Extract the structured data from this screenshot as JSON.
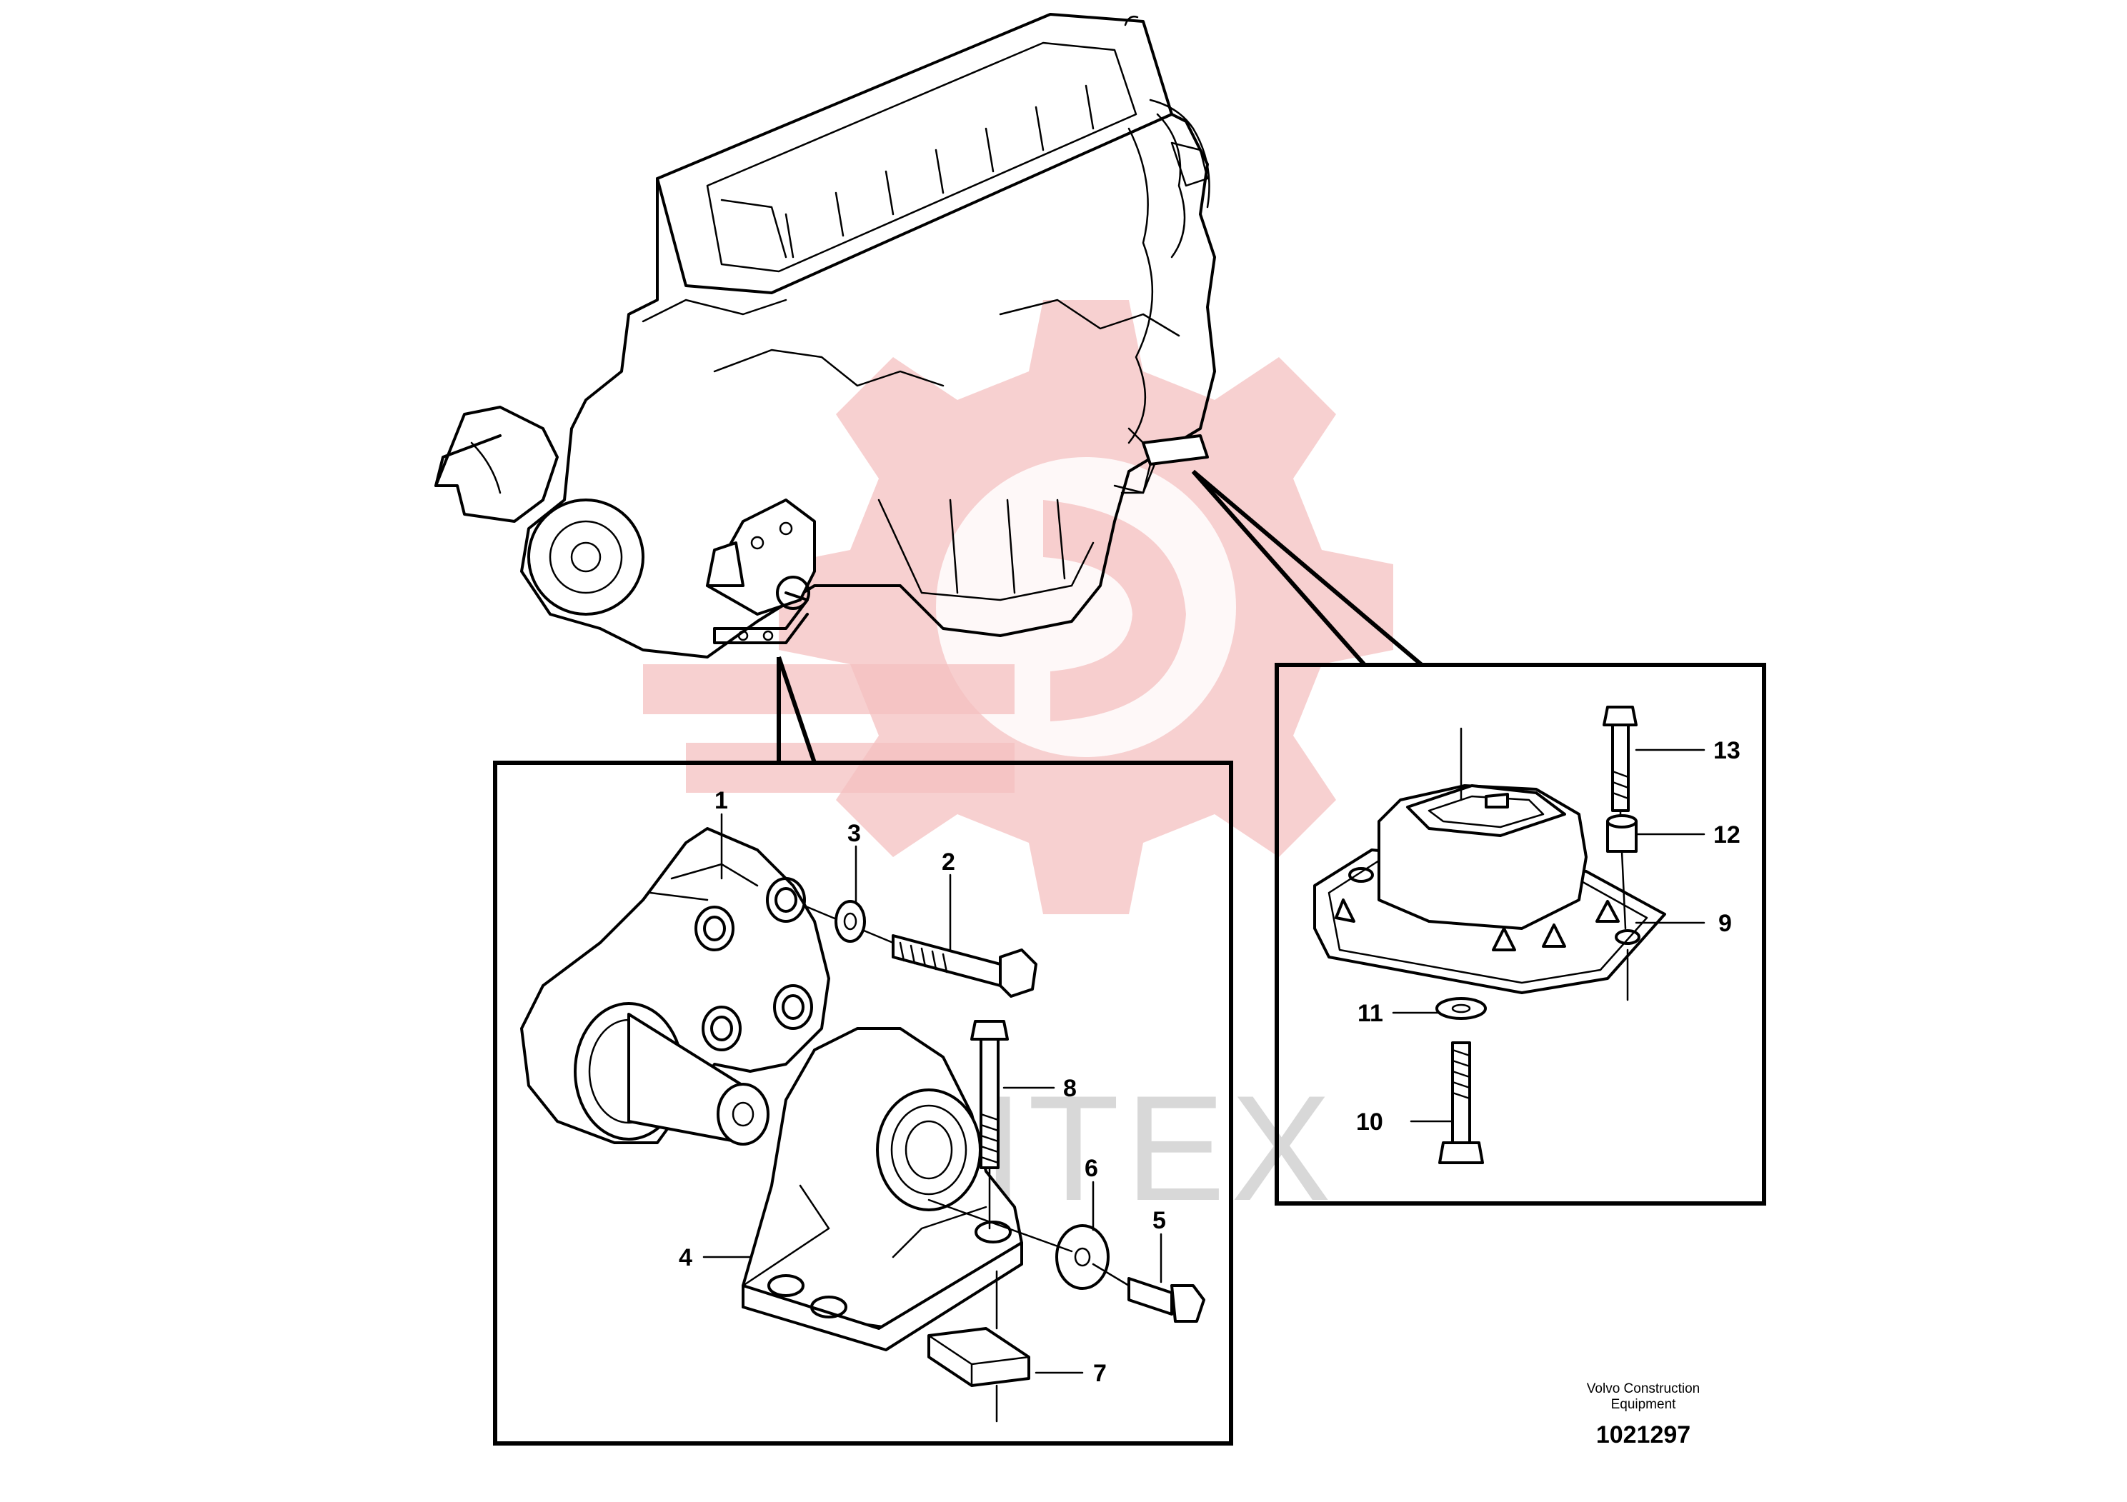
{
  "callouts": {
    "c1": "1",
    "c2": "2",
    "c3": "3",
    "c4": "4",
    "c5": "5",
    "c6": "6",
    "c7": "7",
    "c8": "8",
    "c9": "9",
    "c10": "10",
    "c11": "11",
    "c12": "12",
    "c13": "13"
  },
  "watermark": {
    "text": "ИНТЕХ",
    "color": "#f4c0c0"
  },
  "footer": {
    "credit_line1": "Volvo Construction",
    "credit_line2": "Equipment",
    "doc_number": "1021297"
  }
}
